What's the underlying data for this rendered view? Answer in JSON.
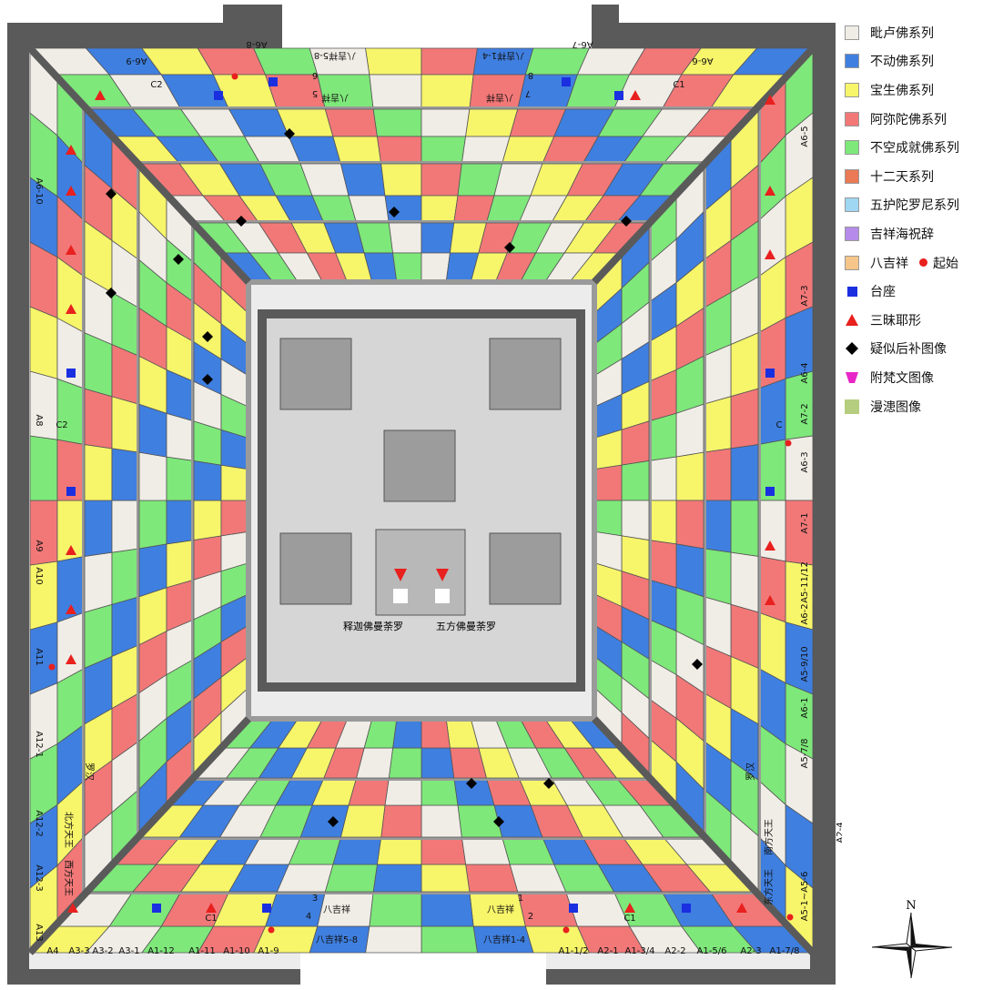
{
  "legend": {
    "items": [
      {
        "label": "毗卢佛系列",
        "color": "#f0ede6"
      },
      {
        "label": "不动佛系列",
        "color": "#3f7fe0"
      },
      {
        "label": "宝生佛系列",
        "color": "#f7f56a"
      },
      {
        "label": "阿弥陀佛系列",
        "color": "#f27878"
      },
      {
        "label": "不空成就佛系列",
        "color": "#7ee87a"
      },
      {
        "label": "十二天系列",
        "color": "#ea7a55"
      },
      {
        "label": "五护陀罗尼系列",
        "color": "#9fd6f2"
      },
      {
        "label": "吉祥海祝辞",
        "color": "#b48be8"
      },
      {
        "label": "八吉祥",
        "color": "#f5c58a"
      }
    ],
    "start_label": "起始",
    "symbols": [
      {
        "label": "台座",
        "icon": "blue-square"
      },
      {
        "label": "三昧耶形",
        "icon": "red-triangle"
      },
      {
        "label": "疑似后补图像",
        "icon": "black-diamond"
      },
      {
        "label": "附梵文图像",
        "icon": "magenta-trapezoid"
      },
      {
        "label": "漫漶图像",
        "color": "#b5cd7f"
      }
    ]
  },
  "center": {
    "label_left": "释迦佛曼荼罗",
    "label_right": "五方佛曼荼罗"
  },
  "compass_label": "N",
  "labels": {
    "bottom_codes": [
      "A4",
      "A3-3",
      "A3-2",
      "A3-1",
      "A1-12",
      "A1-11",
      "A1-10",
      "A1-9",
      "A1-1/2",
      "A2-1",
      "A1-3/4",
      "A2-2",
      "A1-5/6",
      "A2-3",
      "A1-7/8"
    ],
    "top_codes": [
      "A6-9",
      "A6-8",
      "A6-7",
      "A6-6"
    ],
    "left_codes": [
      "A6-10",
      "A8",
      "A9",
      "A10",
      "A11",
      "A12-1",
      "A12-3",
      "A13",
      "A12-2"
    ],
    "right_codes": [
      "A6-5",
      "A7-3",
      "A6-4",
      "A7-2",
      "A6-3",
      "A7-1",
      "A5-11/12",
      "A6-2",
      "A5-9/10",
      "A6-1",
      "A5-7/8",
      "A2-4",
      "A5-1~A5-6"
    ],
    "c_codes": [
      "C2",
      "C1",
      "C1",
      "C1",
      "C",
      "C2"
    ],
    "side_kings": [
      "北方天王",
      "西方天王",
      "南方天王",
      "东方天王"
    ],
    "luohan": [
      "罗汉",
      "罗汉"
    ],
    "bajixiang": {
      "top_left": "八吉祥5-8",
      "top_right": "八吉祥1-4",
      "bottom_left": "八吉祥5-8",
      "bottom_right": "八吉祥1-4",
      "title": "八吉祥"
    },
    "numbers": [
      "5",
      "6",
      "7",
      "8",
      "1",
      "2",
      "3",
      "4"
    ]
  },
  "colors": {
    "frame": "#5a5a5a",
    "gray": "#9a9a9a",
    "center": "#d6d6d6",
    "arrow": "#e8201e"
  }
}
